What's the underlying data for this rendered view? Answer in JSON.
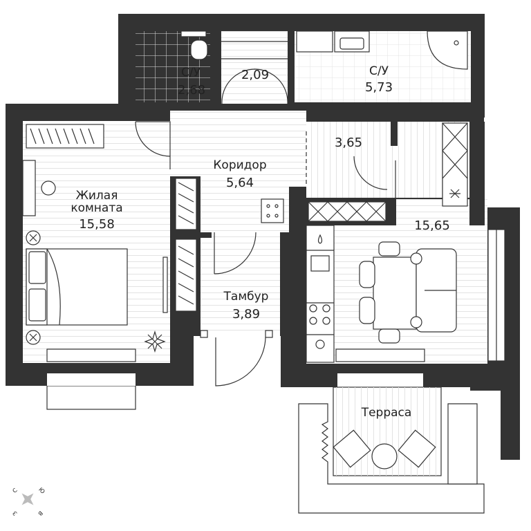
{
  "colors": {
    "wall": "#333333",
    "floor_line": "#e3e3e3",
    "furniture_stroke": "#333333",
    "text": "#222222",
    "background": "#ffffff"
  },
  "rooms": [
    {
      "name": "С/У",
      "area": "2,68"
    },
    {
      "name": "",
      "area": "2,09"
    },
    {
      "name": "С/У",
      "area": "5,73"
    },
    {
      "name": "Коридор",
      "area": "5,64"
    },
    {
      "name": "",
      "area": "3,65"
    },
    {
      "name": "Жилая",
      "name2": "комната",
      "area": "15,58"
    },
    {
      "name": "",
      "area": "15,65"
    },
    {
      "name": "Тамбур",
      "area": "3,89"
    },
    {
      "name": "Терраса",
      "area": ""
    }
  ],
  "compass": {
    "north": "С",
    "south": "Ю",
    "east": "В",
    "west": "З"
  }
}
